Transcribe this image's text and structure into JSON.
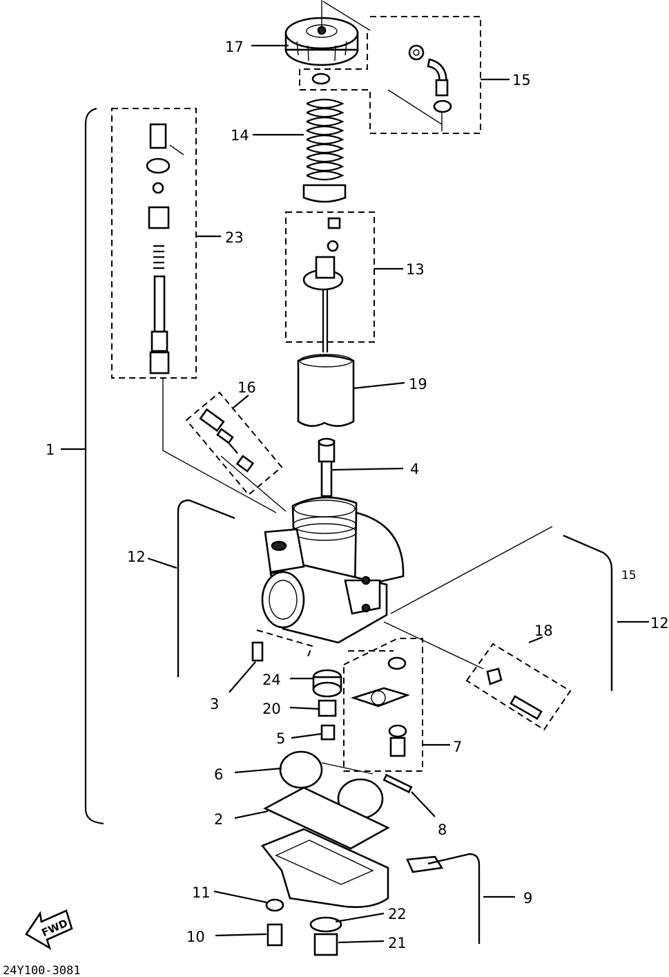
{
  "diagram_code": "24Y100-3081",
  "fwd_label": "FWD",
  "callouts": [
    {
      "id": "c1",
      "text": "1"
    },
    {
      "id": "c2",
      "text": "2"
    },
    {
      "id": "c3",
      "text": "3"
    },
    {
      "id": "c4",
      "text": "4"
    },
    {
      "id": "c5",
      "text": "5"
    },
    {
      "id": "c6",
      "text": "6"
    },
    {
      "id": "c7",
      "text": "7"
    },
    {
      "id": "c8",
      "text": "8"
    },
    {
      "id": "c9",
      "text": "9"
    },
    {
      "id": "c10",
      "text": "10"
    },
    {
      "id": "c11",
      "text": "11"
    },
    {
      "id": "c12a",
      "text": "12"
    },
    {
      "id": "c12b",
      "text": "12"
    },
    {
      "id": "c13",
      "text": "13"
    },
    {
      "id": "c14",
      "text": "14"
    },
    {
      "id": "c15a",
      "text": "15"
    },
    {
      "id": "c15b",
      "text": "15"
    },
    {
      "id": "c16",
      "text": "16"
    },
    {
      "id": "c17",
      "text": "17"
    },
    {
      "id": "c18",
      "text": "18"
    },
    {
      "id": "c19",
      "text": "19"
    },
    {
      "id": "c20",
      "text": "20"
    },
    {
      "id": "c21",
      "text": "21"
    },
    {
      "id": "c22",
      "text": "22"
    },
    {
      "id": "c23",
      "text": "23"
    },
    {
      "id": "c24",
      "text": "24"
    }
  ]
}
